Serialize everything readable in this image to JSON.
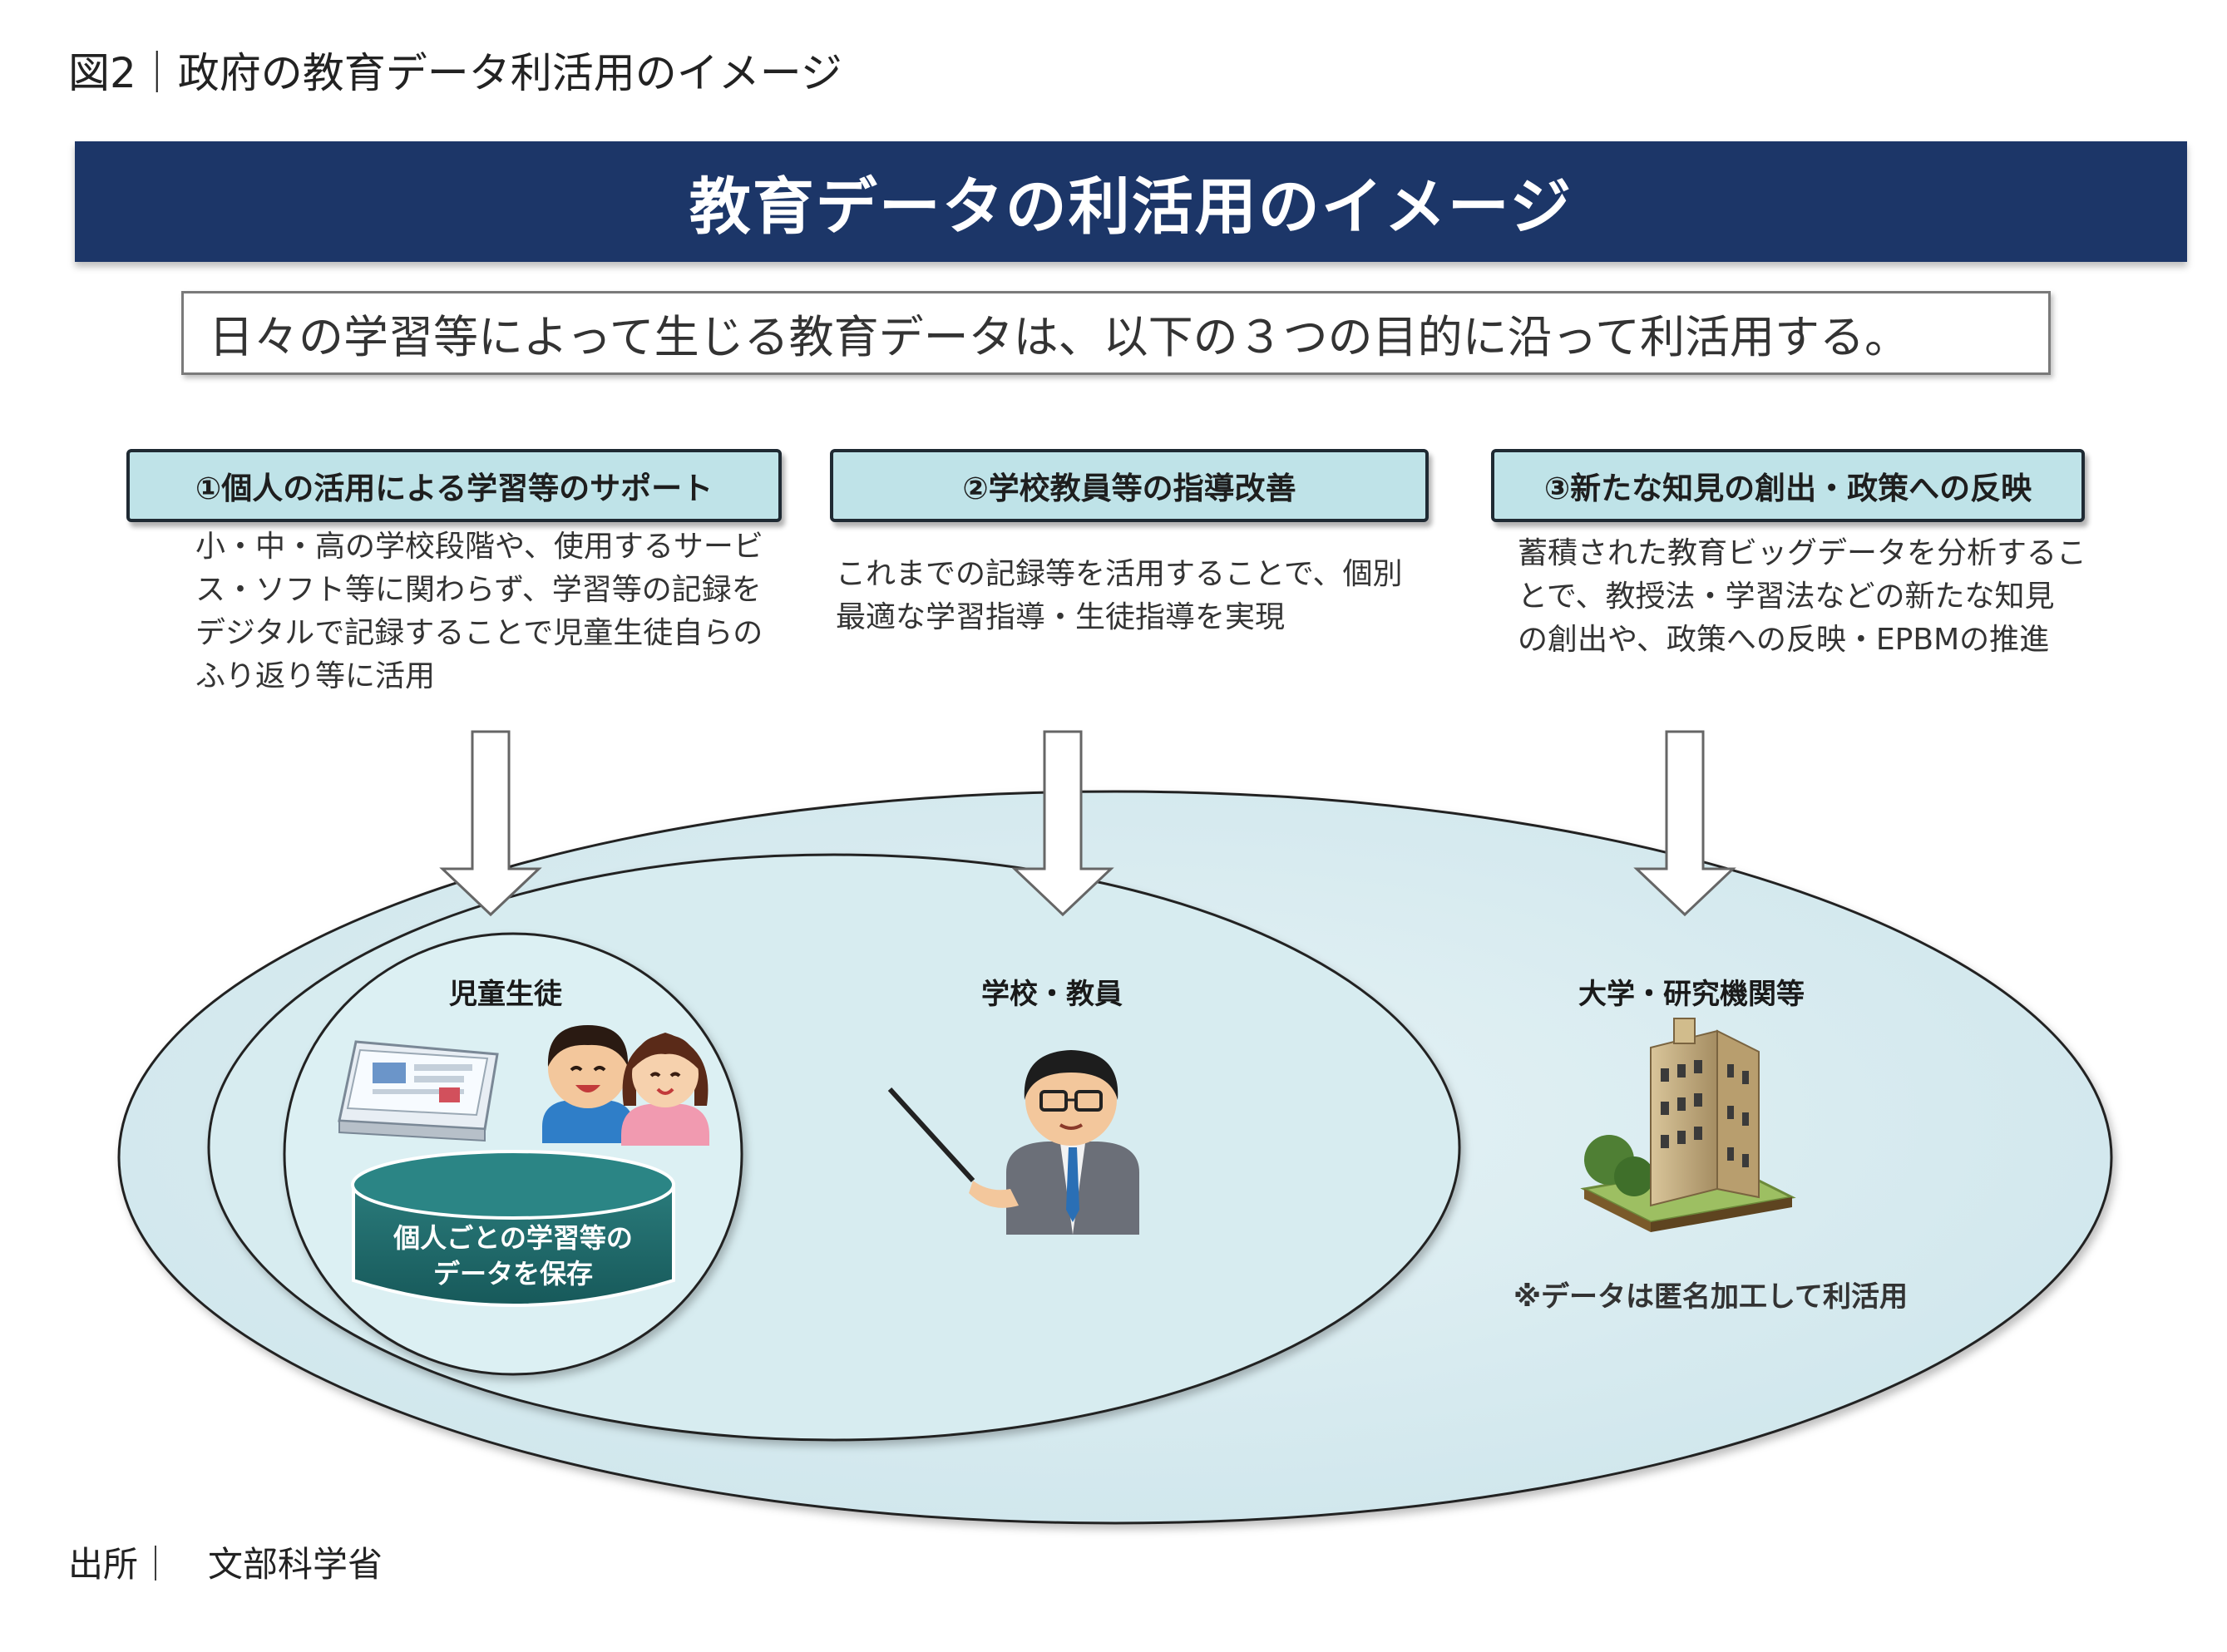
{
  "figure_caption": "図2｜政府の教育データ利活用のイメージ",
  "banner_title": "教育データの利活用のイメージ",
  "intro": "日々の学習等によって生じる教育データは、以下の３つの目的に沿って利活用する。",
  "purposes": [
    {
      "title": "①個人の活用による学習等のサポート",
      "lines": [
        "小・中・高の学校段階や、使用するサービ",
        "ス・ソフト等に関わらず、学習等の記録を",
        "デジタルで記録することで児童生徒自らの",
        "ふり返り等に活用"
      ]
    },
    {
      "title": "②学校教員等の指導改善",
      "lines": [
        "これまでの記録等を活用することで、個別",
        "最適な学習指導・生徒指導を実現"
      ]
    },
    {
      "title": "③新たな知見の創出・政策への反映",
      "lines": [
        "蓄積された教育ビッグデータを分析するこ",
        "とで、教授法・学習法などの新たな知見",
        "の創出や、政策への反映・EPBMの推進"
      ]
    }
  ],
  "actors": {
    "students": "児童生徒",
    "teachers": "学校・教員",
    "universities": "大学・研究機関等"
  },
  "database_label": [
    "個人ごとの学習等の",
    "データを保存"
  ],
  "anonymize_note": "※データは匿名加工して利活用",
  "source": "出所｜　文部科学省",
  "colors": {
    "banner": "#1c3668",
    "heading_fill": "#bfe3e8",
    "ellipse_fill": "#dbeef2",
    "database": "#1f6a6a"
  },
  "icons": [
    "tablet-icon",
    "boy-icon",
    "girl-icon",
    "teacher-icon",
    "university-building-icon",
    "down-arrow-icon"
  ]
}
